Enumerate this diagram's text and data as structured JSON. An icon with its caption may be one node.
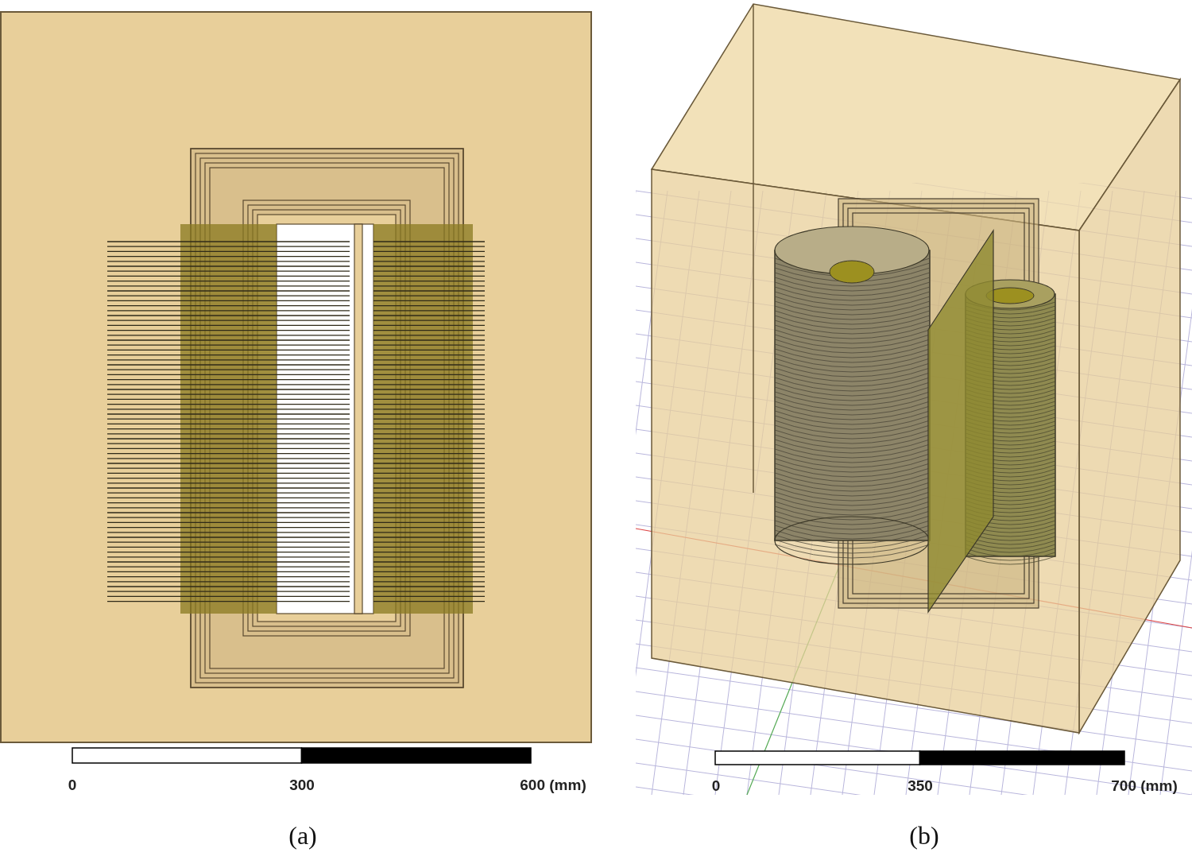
{
  "diagram": {
    "labels": [
      "0",
      "300",
      "600 (mm)",
      "0",
      "350",
      "700 (mm)",
      "(a)",
      "(b)"
    ]
  }
}
